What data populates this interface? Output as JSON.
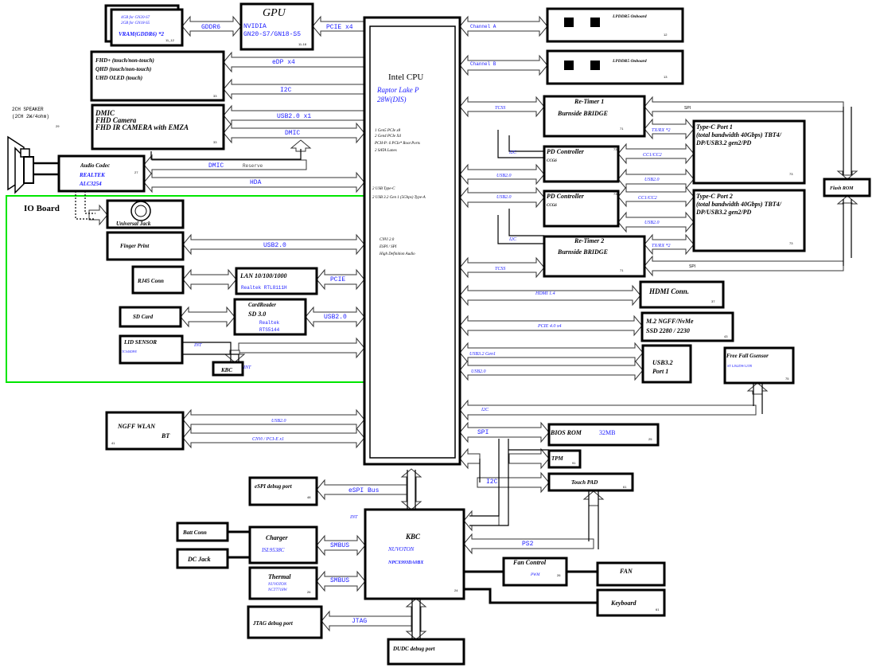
{
  "colors": {
    "io_board_border": "#00e600",
    "bus_label": "#2020ff",
    "text": "#000000"
  },
  "cpu": {
    "title": "Intel CPU",
    "model": "Raptor Lake P",
    "tdp": "28W(DIS)",
    "features": [
      "1 Gen5 PCIe x8",
      "2 Gen4 PCIe X4",
      "PCH-P: 6 PCIe* Root Ports",
      "2 SATA Lanes",
      "2 USB Type-C",
      "2 USB 3.2 Gen 1 (5Gbps) Type-A",
      "CNVi 2.0",
      "ESPI / SPI",
      "High Definition Audio"
    ]
  },
  "gpu": {
    "title": "GPU",
    "vendor": "NVIDIA",
    "model": "GN20-S7/GN18-S5",
    "tag": "11-18"
  },
  "vram": {
    "line1": "4GB for GN20-S7",
    "line2": "2GB for GN18-S5",
    "label": "VRAM(GDDR6) *2",
    "tag": "11_12"
  },
  "display": {
    "lines": [
      "FHD+ (touch/non-touch)",
      "QHD (touch/non-touch)",
      "UHD OLED (touch)"
    ],
    "tag": "33"
  },
  "camera": {
    "lines": [
      "DMIC",
      "FHD Camera",
      "FHD IR CAMERA with EMZA"
    ],
    "tag": "33"
  },
  "speaker": {
    "line1": "2CH SPEAKER",
    "line2": "(2CH 2W/4ohm)",
    "tag": "29"
  },
  "codec": {
    "title": "Audio Codec",
    "vendor": "REALTEK",
    "model": "ALC3254",
    "tag": "27"
  },
  "io_board": {
    "title": "IO Board"
  },
  "universal_jack": {
    "label": "Universal Jack"
  },
  "finger_print": {
    "label": "Finger Print"
  },
  "rj45": {
    "label": "RJ45 Conn"
  },
  "lan": {
    "title": "LAN 10/100/1000",
    "model": "Realtek RTL8111H"
  },
  "sd_card": {
    "label": "SD Card"
  },
  "card_reader": {
    "title": "CardReader",
    "sub": "SD 3.0",
    "vendor": "Realtek",
    "model": "RTS5144"
  },
  "lid_sensor": {
    "title": "LID SENSOR",
    "model": "TCS40DPR"
  },
  "kbc_small": {
    "label": "KBC"
  },
  "wlan": {
    "line1": "NGFF WLAN",
    "line2": "BT",
    "tag": "41"
  },
  "espi_debug": {
    "label": "eSPI debug port",
    "tag": "48"
  },
  "batt": {
    "label": "Batt Conn"
  },
  "dc_jack": {
    "label": "DC Jack"
  },
  "charger": {
    "title": "Charger",
    "model": "ISL9538C"
  },
  "thermal": {
    "title": "Thermal",
    "vendor": "NUVOTON",
    "model": "NCT7718W",
    "tag": "26"
  },
  "jtag_debug": {
    "label": "JTAG debug port"
  },
  "dudc_debug": {
    "label": "DUDC debug port"
  },
  "kbc": {
    "title": "KBC",
    "vendor": "NUVOTON",
    "model": "NPCX993DA0BX",
    "tag": "24"
  },
  "lpddr_a": {
    "label": "LPDDR5  Onboard",
    "tag": "12"
  },
  "lpddr_b": {
    "label": "LPDDR5      Onboard",
    "tag": "13"
  },
  "retimer1": {
    "title": "Re-Timer 1",
    "sub": "Burnside BRIDGE",
    "tag": "71"
  },
  "retimer2": {
    "title": "Re-Timer 2",
    "sub": "Burnside BRIDGE",
    "tag": "71"
  },
  "pd1": {
    "title": "PD Controller",
    "sub": "CCG6",
    "tag": "73"
  },
  "pd2": {
    "title": "PD Controller",
    "sub": "CCG6",
    "tag": "73"
  },
  "typec1": {
    "title": "Type-C Port 1",
    "line2": "(total bandwidth 40Gbps) TBT4/",
    "line3": "DP/USB3.2 gen2/PD",
    "tag": "73"
  },
  "typec2": {
    "title": "Type-C Port 2",
    "line2": "(total bandwidth 40Gbps) TBT4/",
    "line3": "DP/USB3.2 gen2/PD",
    "tag": "73"
  },
  "flash_rom": {
    "label": "Flash ROM"
  },
  "hdmi": {
    "label": "HDMI    Conn.",
    "tag": "37"
  },
  "m2": {
    "line1": "M.2 NGFF/NvMe",
    "line2": "SSD 2280 / 2230",
    "tag": "43"
  },
  "usb32": {
    "line1": "USB3.2",
    "line2": "Port 1"
  },
  "gsensor": {
    "title": "Free Fall Gsensor",
    "model": "ST LIS2DW12TR",
    "tag": "75"
  },
  "bios": {
    "title": "BIOS ROM",
    "size": "32MB",
    "tag": "25"
  },
  "tpm": {
    "label": "TPM",
    "tag": "91"
  },
  "touchpad": {
    "label": "Touch PAD",
    "tag": "61"
  },
  "fan_control": {
    "title": "Fan Control",
    "sub": "PWM",
    "tag": "26"
  },
  "fan": {
    "label": "FAN"
  },
  "keyboard": {
    "label": "Keyboard",
    "tag": "61"
  },
  "buses": {
    "gddr6": "GDDR6",
    "pcie_x4": "PCIE x4",
    "edp": "eDP x4",
    "i2c_disp": "I2C",
    "usb_cam": "USB2.0 x1",
    "dmic": "DMIC",
    "dmic2": "DMIC",
    "reserve": "Reserve",
    "hda": "HDA",
    "usb_fp": "USB2.0",
    "pcie_lan": "PCIE",
    "usb_cr": "USB2.0",
    "int_lid": "INT",
    "int_kbc": "INT",
    "usb_wlan": "USB2.0",
    "cnvi": "CNVi / PCI-E x1",
    "espi": "eSPI Bus",
    "int_kbc2": "INT",
    "smbus1": "SMBUS",
    "smbus2": "SMBUS",
    "jtag": "JTAG",
    "channel_a": "Channel A",
    "channel_b": "Channel B",
    "tcss1": "TCSS",
    "tcss2": "TCSS",
    "spi1": "SPI",
    "spi2": "SPI",
    "txrx1": "TX/RX *2",
    "txrx2": "TX/RX *2",
    "i2c_pd1": "I2C",
    "i2c_pd2": "I2C",
    "usb_pd1": "USB2.0",
    "usb_pd2": "USB2.0",
    "cc1": "CC1/CC2",
    "cc2": "CC1/CC2",
    "usb_c1": "USB2.0",
    "usb_c2": "USB2.0",
    "hdmi": "HDMI 1.4",
    "pcie_ssd": "PCIE 4.0 x4",
    "usb32": "USB3.2 Gen1",
    "usb20": "USB2.0",
    "i2c_gs": "I2C",
    "spi_bios": "SPI",
    "i2c_tp": "I2C",
    "ps2": "PS2"
  }
}
